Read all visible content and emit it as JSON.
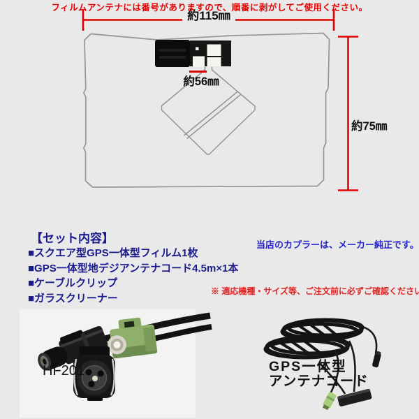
{
  "diagram": {
    "dim_width_label": "約115㎜",
    "dim_inner_label": "約56㎜",
    "dim_height_label": "約75㎜",
    "caption": "フィルムアンテナには番号がありますので、順番に剥がしてご使用ください。"
  },
  "set_contents": {
    "title": "【セット内容】",
    "items": [
      "■スクエア型GPS一体型フィルム1枚",
      "■GPS一体型地デジアンテナコード4.5m×1本",
      "■ケーブルクリップ",
      "■ガラスクリーナー"
    ]
  },
  "notes": {
    "coupler": "当店のカプラーは、メーカー純正です。",
    "warning": "※ 適応機種・サイズ等、ご注文前に必ずご確認ください。"
  },
  "photos": {
    "left_label": "HF201",
    "right_label_line1": "GPS一体型",
    "right_label_line2": "アンテナコード"
  },
  "colors": {
    "background": "#e9e9e9",
    "dimension_red": "#e10000",
    "caption_red": "#e60000",
    "navy_text": "#1b1b8e",
    "blue_text": "#2525cd",
    "warning_red": "#e32222",
    "film_outline_gray": "#97958e",
    "connector_green": "#8fb06b",
    "cable_black": "#161616"
  }
}
